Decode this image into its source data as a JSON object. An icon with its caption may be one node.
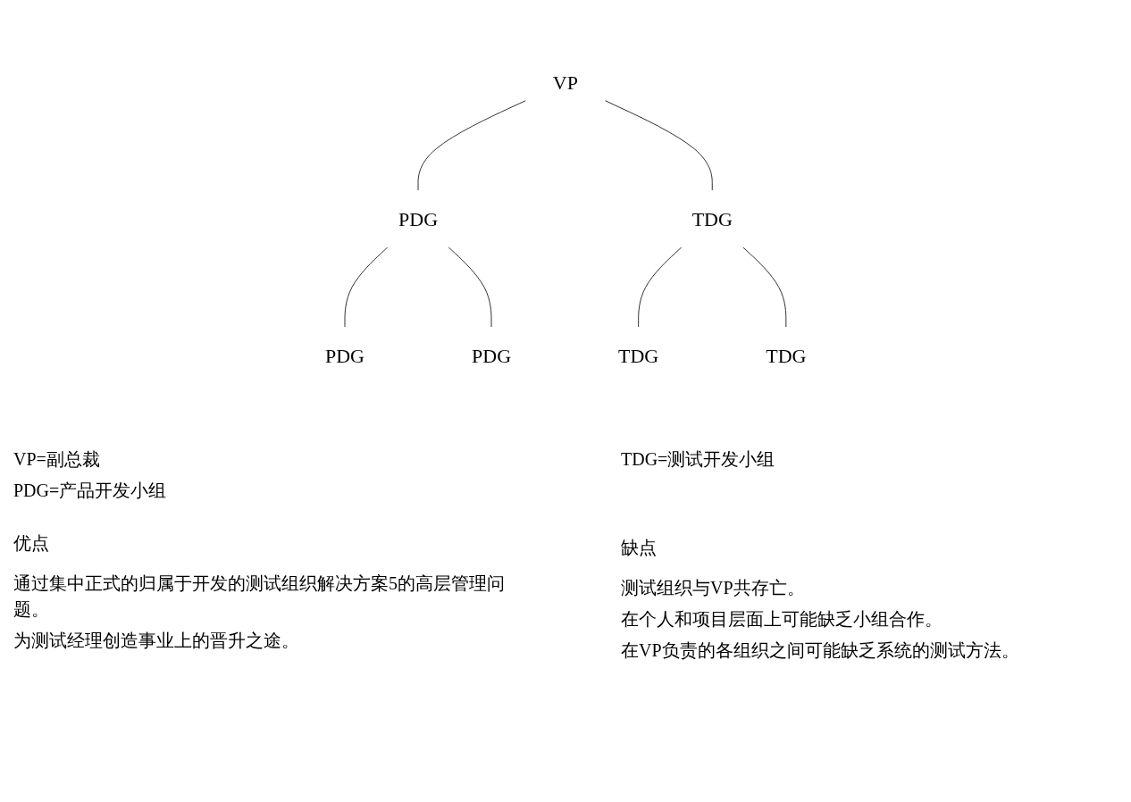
{
  "diagram": {
    "nodes": [
      {
        "text": [
          "VP"
        ]
      },
      {
        "text": [
          "PDG"
        ]
      },
      {
        "text": [
          "TDG"
        ]
      },
      {
        "text": [
          "PDG"
        ]
      },
      {
        "text": [
          "PDG"
        ]
      },
      {
        "text": [
          "TDG"
        ]
      },
      {
        "text": [
          "TDG"
        ]
      }
    ],
    "edges": [
      {
        "from": 0,
        "to": 1,
        "arrow": "none"
      },
      {
        "from": 0,
        "to": 2,
        "arrow": "none"
      },
      {
        "from": 1,
        "to": 3,
        "arrow": "none"
      },
      {
        "from": 1,
        "to": 4,
        "arrow": "none"
      },
      {
        "from": 2,
        "to": 5,
        "arrow": "none"
      },
      {
        "from": 2,
        "to": 6,
        "arrow": "none"
      }
    ],
    "labels": [
      "VP=副总裁",
      "PDG=产品开发小组",
      "TDG=测试开发小组",
      "优点",
      "通过集中正式的归属于开发的测试组织解决方案5的高层管理问题。",
      "为测试经理创造事业上的晋升之途。",
      "缺点",
      "测试组织与VP共存亡。",
      "在个人和项目层面上可能缺乏小组合作。",
      "在VP负责的各组织之间可能缺乏系统的测试方法。"
    ]
  }
}
